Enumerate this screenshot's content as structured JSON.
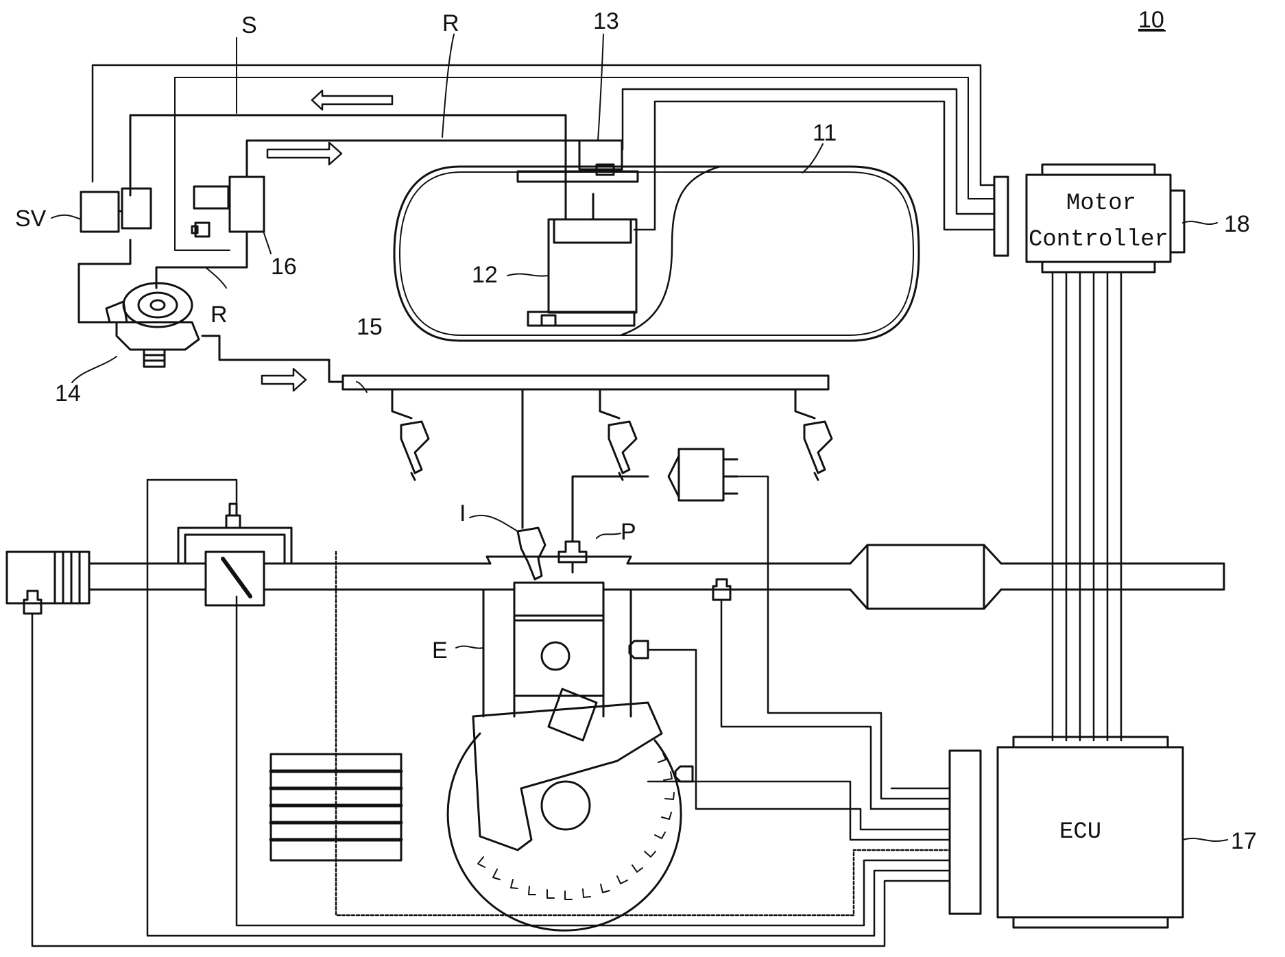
{
  "labels": {
    "figure_ref": "10",
    "s_line": "S",
    "r_line_top": "R",
    "r_line_left": "R",
    "sv": "SV",
    "n11": "11",
    "n12": "12",
    "n13": "13",
    "n14": "14",
    "n15": "15",
    "n16": "16",
    "n17": "17",
    "n18": "18",
    "injector": "I",
    "plug": "P",
    "engine": "E"
  },
  "motor_controller": {
    "line1": "Motor",
    "line2": "Controller"
  },
  "ecu": {
    "label": "ECU"
  }
}
